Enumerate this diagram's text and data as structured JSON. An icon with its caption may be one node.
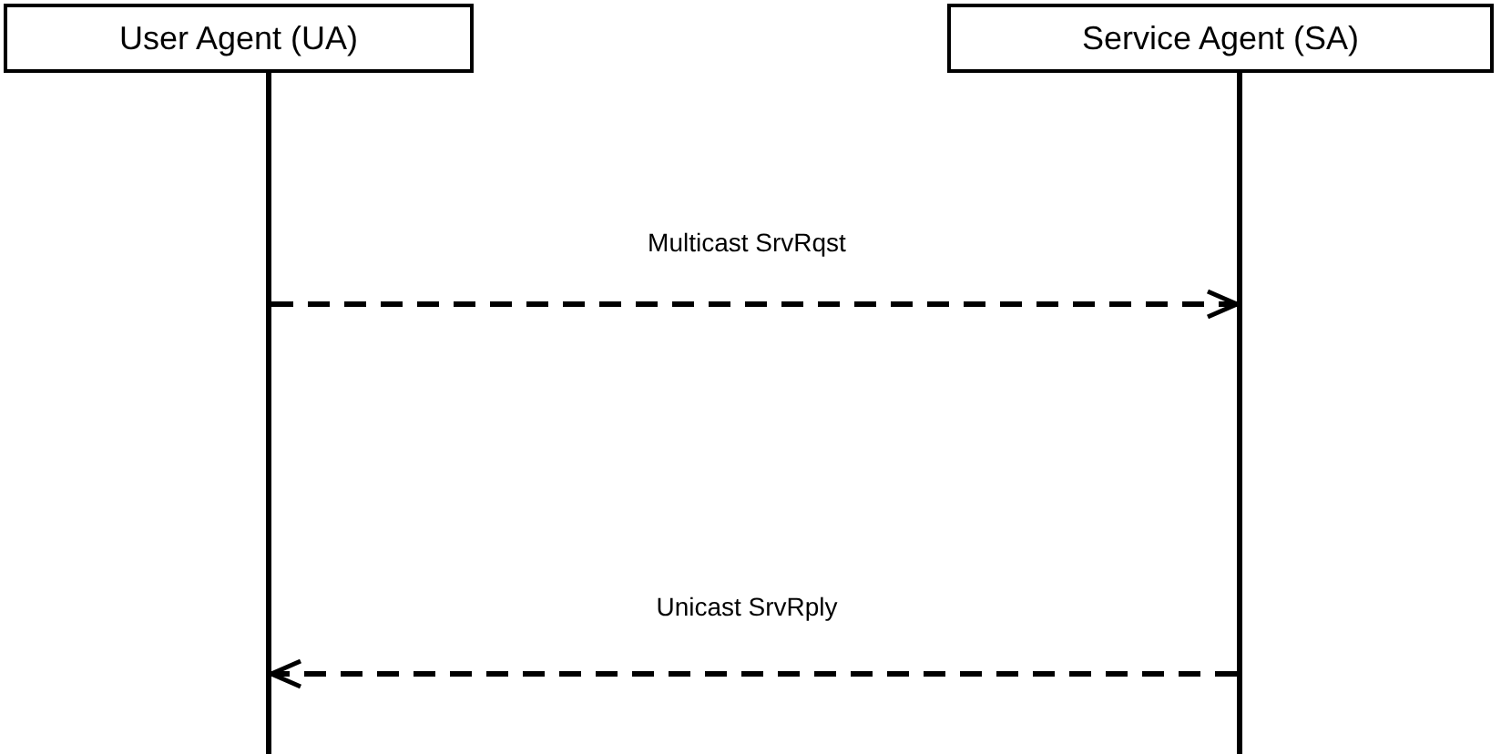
{
  "diagram": {
    "nodes": [
      {
        "text": [
          "User Agent (UA)"
        ]
      },
      {
        "text": [
          "Service Agent (SA)"
        ]
      },
      {
        "text": [],
        "shape": "bar"
      },
      {
        "text": [],
        "shape": "bar"
      }
    ],
    "edges": [
      {
        "from": 2,
        "to": 3,
        "arrow": "to",
        "label": "Multicast SrvRqst",
        "style": "dashed"
      },
      {
        "from": 3,
        "to": 2,
        "arrow": "to",
        "label": "Unicast SrvRply",
        "style": "dashed"
      }
    ]
  }
}
